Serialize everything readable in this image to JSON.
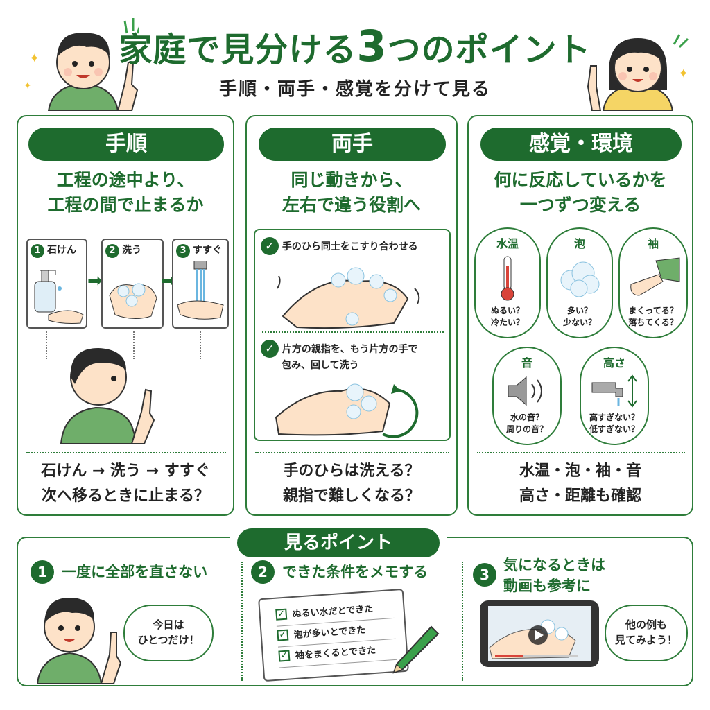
{
  "header": {
    "title_part1": "家庭で見分ける",
    "title_number": "3",
    "title_part2": "つのポイント",
    "subtitle": "手順・両手・感覚を分けて見る"
  },
  "panels": {
    "procedure": {
      "pill": "手順",
      "heading_line1": "工程の途中より、",
      "heading_line2": "工程の間で止まるか",
      "steps": [
        {
          "num": "1",
          "label": "石けん"
        },
        {
          "num": "2",
          "label": "洗う"
        },
        {
          "num": "3",
          "label": "すすぐ"
        }
      ],
      "bottom_line1": "石けん → 洗う → すすぐ",
      "bottom_line2": "次へ移るときに止まる？"
    },
    "both_hands": {
      "pill": "両手",
      "heading_line1": "同じ動きから、",
      "heading_line2": "左右で違う役割へ",
      "item1": "手のひら同士をこすり合わせる",
      "item2_line1": "片方の親指を、もう片方の手で",
      "item2_line2": "包み、回して洗う",
      "bottom_line1": "手のひらは洗える？",
      "bottom_line2": "親指で難しくなる？"
    },
    "sensory": {
      "pill": "感覚・環境",
      "heading_line1": "何に反応しているかを",
      "heading_line2": "一つずつ変える",
      "ovals": [
        {
          "label": "水温",
          "q1": "ぬるい？",
          "q2": "冷たい？"
        },
        {
          "label": "泡",
          "q1": "多い？",
          "q2": "少ない？"
        },
        {
          "label": "袖",
          "q1": "まくってる？",
          "q2": "落ちてくる？"
        },
        {
          "label": "音",
          "q1": "水の音？",
          "q2": "周りの音？"
        },
        {
          "label": "高さ",
          "q1": "高すぎない？",
          "q2": "低すぎない？"
        }
      ],
      "bottom_line1": "水温・泡・袖・音",
      "bottom_line2": "高さ・距離も確認"
    }
  },
  "points": {
    "pill": "見るポイント",
    "p1": {
      "num": "1",
      "text": "一度に全部を直さない",
      "bubble_line1": "今日は",
      "bubble_line2": "ひとつだけ！"
    },
    "p2": {
      "num": "2",
      "text": "できた条件をメモする",
      "memo": [
        "ぬるい水だとできた",
        "泡が多いとできた",
        "袖をまくるとできた"
      ]
    },
    "p3": {
      "num": "3",
      "text_line1": "気になるときは",
      "text_line2": "動画も参考に",
      "bubble_line1": "他の例も",
      "bubble_line2": "見てみよう！"
    }
  },
  "colors": {
    "accent": "#1e6b2e",
    "border": "#2e7d3a",
    "shirt_green": "#6fae6a",
    "shirt_yellow": "#f5d565",
    "skin": "#fde2c8",
    "hair": "#2a2a2a"
  }
}
